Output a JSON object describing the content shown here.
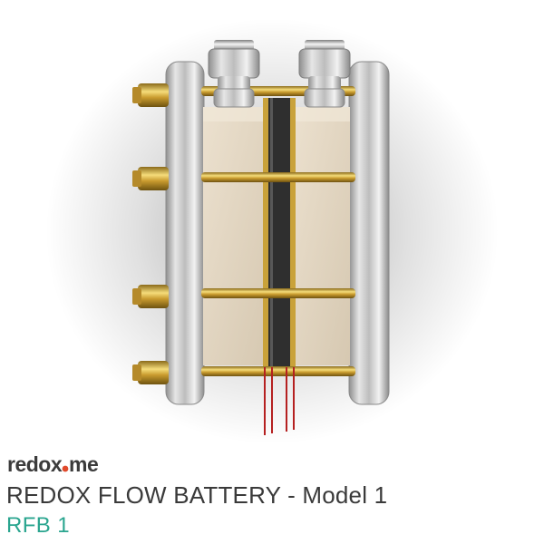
{
  "brand": {
    "logo_text": "redox.me",
    "dot_color": "#e0492b",
    "text_color": "#3b3b3b"
  },
  "product": {
    "title": "REDOX FLOW BATTERY - Model 1",
    "subtitle": "RFB 1"
  },
  "colors": {
    "accent": "#2aa58f",
    "title": "#3a3a3a"
  }
}
